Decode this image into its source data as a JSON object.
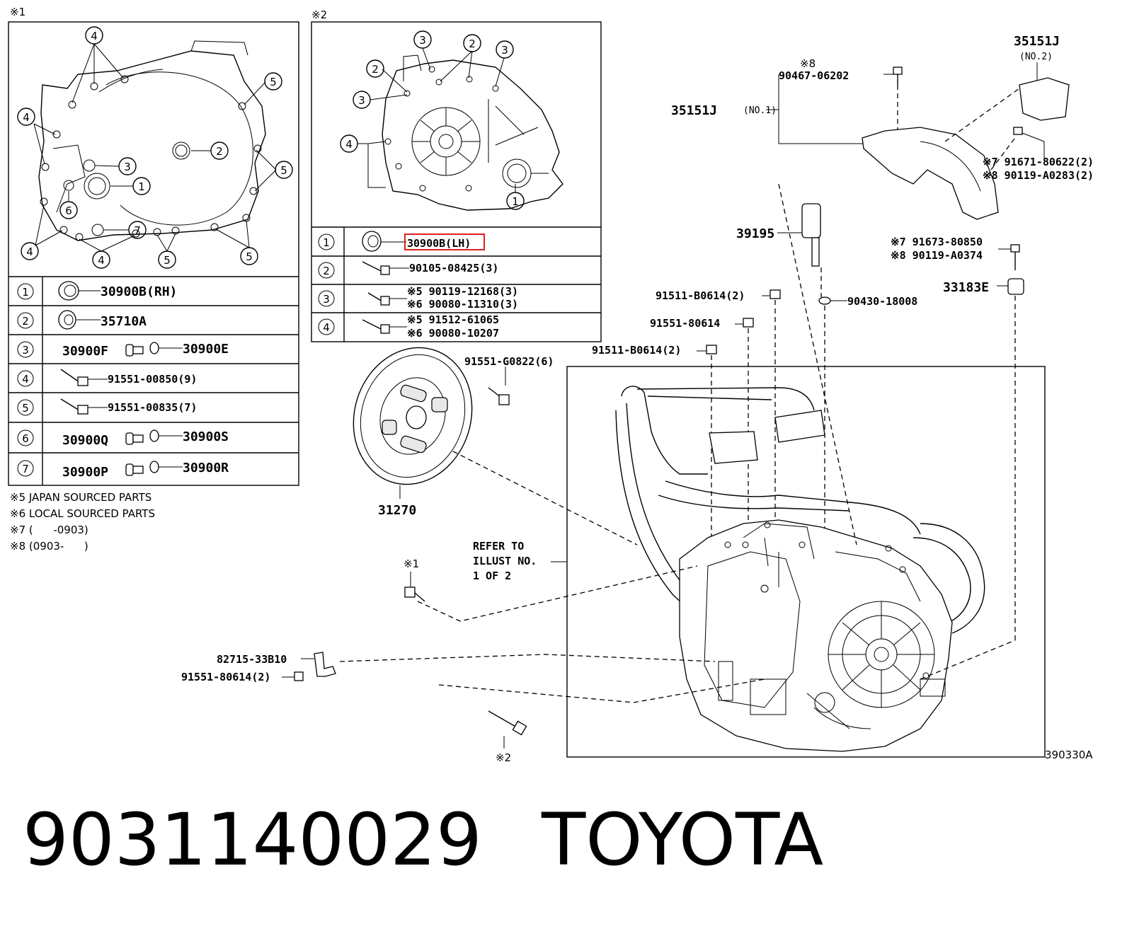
{
  "inset1": {
    "marker": "※1",
    "callouts": [
      "1",
      "2",
      "3",
      "4",
      "5",
      "6",
      "7"
    ],
    "table": [
      {
        "num": "1",
        "label": "30900B(RH)"
      },
      {
        "num": "2",
        "label": "35710A"
      },
      {
        "num": "3",
        "left": "30900F",
        "right": "30900E"
      },
      {
        "num": "4",
        "label": "91551-00850(9)"
      },
      {
        "num": "5",
        "label": "91551-00835(7)"
      },
      {
        "num": "6",
        "left": "30900Q",
        "right": "30900S"
      },
      {
        "num": "7",
        "left": "30900P",
        "right": "30900R"
      }
    ]
  },
  "inset2": {
    "marker": "※2",
    "table": [
      {
        "num": "1",
        "label": "30900B(LH)"
      },
      {
        "num": "2",
        "label": "90105-08425(3)"
      },
      {
        "num": "3",
        "line1": "※5 90119-12168(3)",
        "line2": "※6 90080-11310(3)"
      },
      {
        "num": "4",
        "line1": "※5 91512-61065",
        "line2": "※6 90080-10207"
      }
    ]
  },
  "notes": [
    "※5 JAPAN SOURCED PARTS",
    "※6 LOCAL SOURCED PARTS",
    "※7 (      -0903)",
    "※8 (0903-      )"
  ],
  "parts": {
    "bracket_no2": "35151J",
    "bracket_no2_sub": "(NO.2)",
    "screw_note": "※8",
    "screw": "90467-06202",
    "bracket_no1": "35151J",
    "bracket_no1_sub": "(NO.1)",
    "bolt_a_line1": "※7 91671-80622(2)",
    "bolt_a_line2": "※8 90119-A0283(2)",
    "bolt_b_line1": "※7 91673-80850",
    "bolt_b_line2": "※8 90119-A0374",
    "collar": "33183E",
    "sensor": "39195",
    "washer": "90430-18008",
    "bolt_c": "91511-B0614(2)",
    "bolt_d": "91551-80614",
    "bolt_e": "91511-B0614(2)",
    "bolt_f": "91551-G0822(6)",
    "disc": "31270",
    "refer_1": "REFER TO",
    "refer_2": "ILLUST NO.",
    "refer_3": "1 OF 2",
    "marker_1": "※1",
    "marker_2": "※2",
    "clamp": "82715-33B10",
    "bolt_g": "91551-80614(2)",
    "illus_code": "390330A"
  },
  "footer": {
    "part_number": "9031140029",
    "brand": "TOYOTA"
  }
}
